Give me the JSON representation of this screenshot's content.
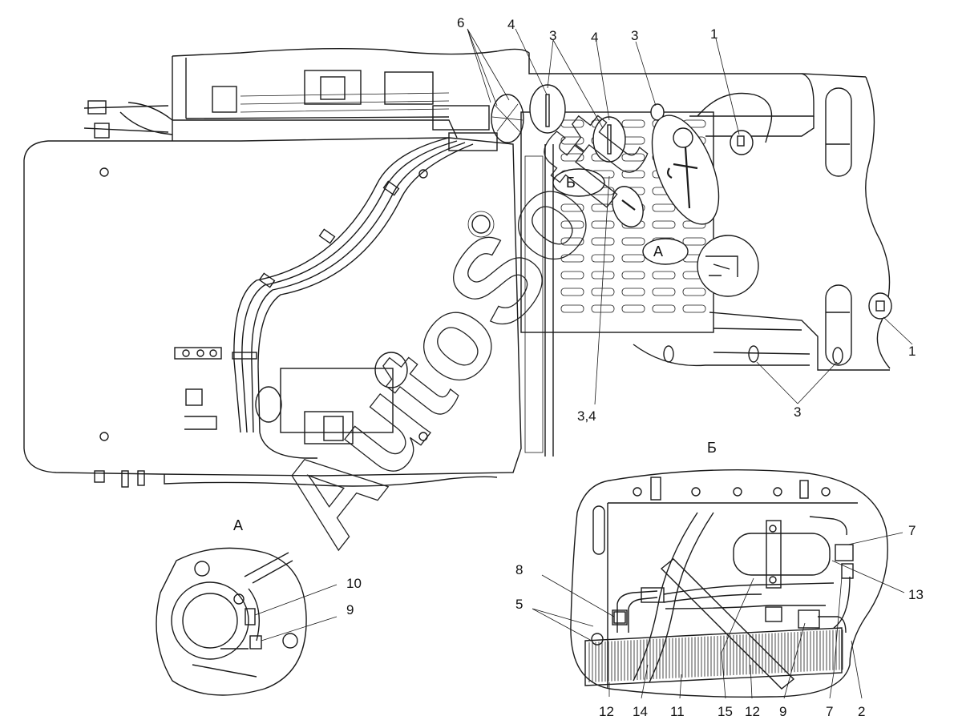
{
  "labels": {
    "l1": "1",
    "l3": "3",
    "l4": "4",
    "l6": "6",
    "l34": "3,4",
    "l5": "5",
    "l7": "7",
    "l8": "8",
    "l9": "9",
    "l10": "10",
    "l11": "11",
    "l12": "12",
    "l13": "13",
    "l14": "14",
    "l15": "15",
    "l2": "2"
  },
  "views": {
    "a": "А",
    "b": "Б"
  },
  "watermark": "AutoSoft"
}
